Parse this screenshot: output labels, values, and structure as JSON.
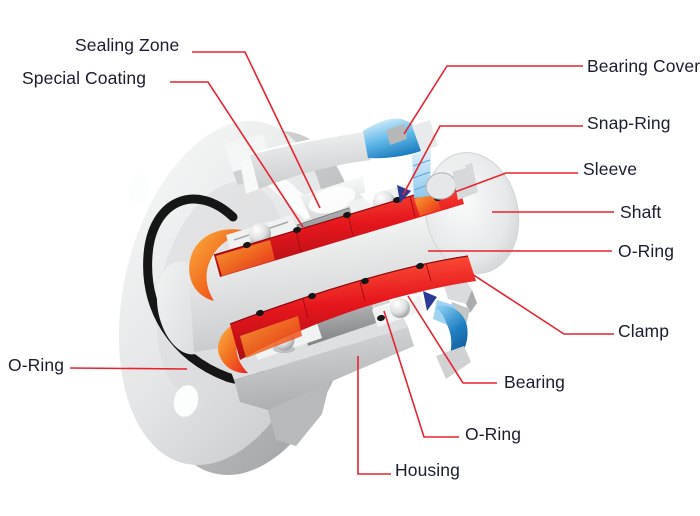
{
  "figure": {
    "description": "Cutaway technical illustration of a flanged shaft-and-bearing assembly with callout labels",
    "background_color": "#ffffff"
  },
  "colors": {
    "label_text": "#1c1c31",
    "leader_line": "#e8232e",
    "part_red": "#e6161d",
    "part_orange": "#f37021",
    "part_blue": "#2180c1",
    "part_silver": "#d9dadb",
    "coating_gray": "#85878a",
    "oring_black": "#161616"
  },
  "labels": {
    "sealing_zone": "Sealing Zone",
    "special_coating": "Special Coating",
    "bearing_cover": "Bearing Cover",
    "snap_ring": "Snap-Ring",
    "sleeve": "Sleeve",
    "shaft": "Shaft",
    "o_ring_right": "O-Ring",
    "clamp": "Clamp",
    "bearing": "Bearing",
    "o_ring_bottom": "O-Ring",
    "housing": "Housing",
    "o_ring_left": "O-Ring"
  }
}
